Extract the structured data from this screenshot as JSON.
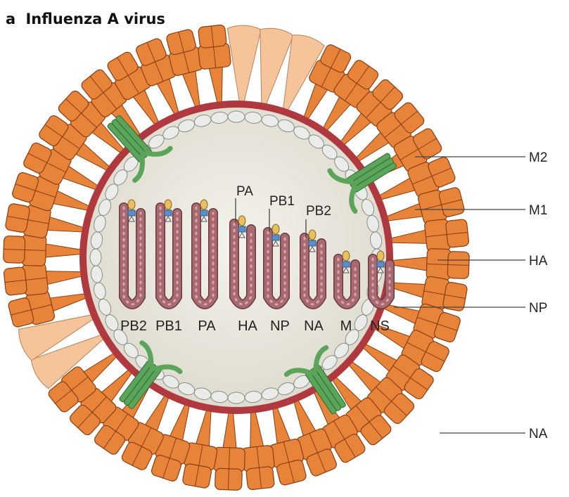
{
  "figure": {
    "panel_letter": "a",
    "title": "Influenza A virus"
  },
  "callouts": {
    "m2": "M2",
    "m1": "M1",
    "ha": "HA",
    "np": "NP",
    "na": "NA"
  },
  "polymerase_labels": {
    "pa": "PA",
    "pb1": "PB1",
    "pb2": "PB2"
  },
  "segments": [
    "PB2",
    "PB1",
    "PA",
    "HA",
    "NP",
    "NA",
    "M",
    "NS"
  ],
  "colors": {
    "ha_spike": "#e8843a",
    "ha_outline": "#8a3e12",
    "na_spike": "#f5c49a",
    "membrane": "#b0393f",
    "interior": "#e8e6dc",
    "m1_protein": "#e9ece8",
    "m2_channel": "#5aa55a",
    "rnp": "#a86a70",
    "polymerase_pa": "#e8c060",
    "polymerase_pb1": "#5b8fc7"
  }
}
